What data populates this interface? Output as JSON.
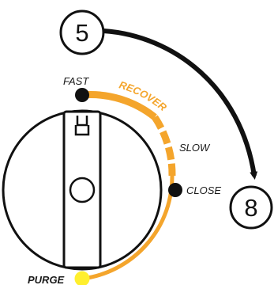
{
  "steps": {
    "from": "5",
    "to": "8"
  },
  "positions": {
    "fast": "FAST",
    "recover": "RECOVER",
    "slow": "SLOW",
    "close": "CLOSE",
    "purge": "PURGE"
  },
  "colors": {
    "arc": "#F4A52C",
    "purge_dot": "#FFEF2E",
    "dot": "#111111",
    "outline": "#111111"
  }
}
